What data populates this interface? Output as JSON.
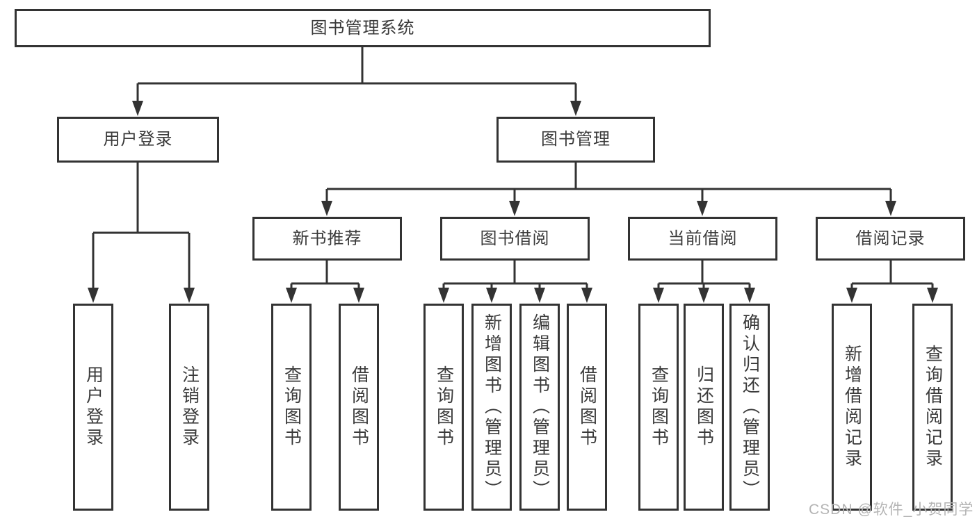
{
  "tree": {
    "root": {
      "label": "图书管理系统"
    },
    "user": {
      "label": "用户登录",
      "children": [
        {
          "label": "用户登录"
        },
        {
          "label": "注销登录"
        }
      ]
    },
    "book": {
      "label": "图书管理",
      "sections": [
        {
          "label": "新书推荐",
          "children": [
            {
              "label": "查询图书"
            },
            {
              "label": "借阅图书"
            }
          ]
        },
        {
          "label": "图书借阅",
          "children": [
            {
              "label": "查询图书"
            },
            {
              "label": "新增图书（管理员）"
            },
            {
              "label": "编辑图书（管理员）"
            },
            {
              "label": "借阅图书"
            }
          ]
        },
        {
          "label": "当前借阅",
          "children": [
            {
              "label": "查询图书"
            },
            {
              "label": "归还图书"
            },
            {
              "label": "确认归还（管理员）"
            }
          ]
        },
        {
          "label": "借阅记录",
          "children": [
            {
              "label": "新增借阅记录"
            },
            {
              "label": "查询借阅记录"
            }
          ]
        }
      ]
    }
  },
  "watermark": {
    "text": "CSDN @软件_小贺同学"
  },
  "colors": {
    "line": "#333333",
    "text": "#3a3a3a",
    "watermark": "#b4b4b4",
    "background": "#ffffff"
  }
}
